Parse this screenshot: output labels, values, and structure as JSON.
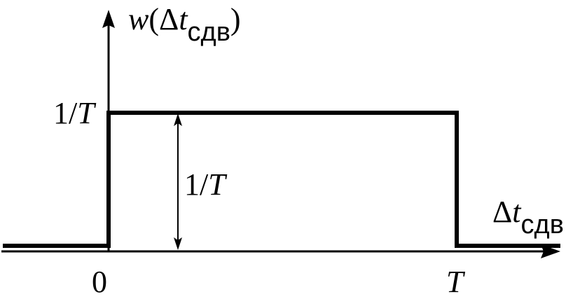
{
  "y_axis": {
    "func": "w",
    "open_paren": "(",
    "delta": "Δ",
    "var": "t",
    "subscript": "сдв",
    "close_paren": ")"
  },
  "x_axis": {
    "delta": "Δ",
    "var": "t",
    "subscript": "сдв"
  },
  "level_tick": {
    "numerator": "1/",
    "denominator": "T"
  },
  "height_annotation": {
    "numerator": "1/",
    "denominator": "T"
  },
  "x_ticks": {
    "zero": "0",
    "end": "T"
  },
  "chart_data": {
    "type": "line",
    "x": [
      -1,
      0,
      0,
      1,
      1,
      1.3
    ],
    "y": [
      0,
      0,
      1,
      1,
      0,
      0
    ]
  }
}
